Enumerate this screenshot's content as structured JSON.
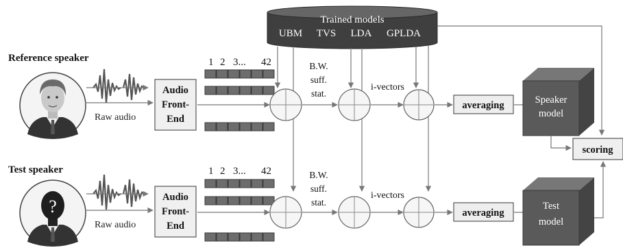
{
  "trained_models": {
    "title": "Trained models",
    "items": [
      "UBM",
      "TVS",
      "LDA",
      "GPLDA"
    ]
  },
  "reference": {
    "speaker_label": "Reference speaker",
    "raw_audio": "Raw audio",
    "front_end": [
      "Audio",
      "Front-",
      "End"
    ],
    "feature_index_labels": [
      "1",
      "2",
      "3...",
      "42"
    ],
    "bw_stats": [
      "B.W.",
      "suff.",
      "stat."
    ],
    "ivectors": "i-vectors",
    "averaging": "averaging",
    "model": [
      "Speaker",
      "model"
    ]
  },
  "test": {
    "speaker_label": "Test speaker",
    "raw_audio": "Raw audio",
    "front_end": [
      "Audio",
      "Front-",
      "End"
    ],
    "feature_index_labels": [
      "1",
      "2",
      "3...",
      "42"
    ],
    "bw_stats": [
      "B.W.",
      "suff.",
      "stat."
    ],
    "ivectors": "i-vectors",
    "averaging": "averaging",
    "model": [
      "Test",
      "model"
    ],
    "unknown_mark": "?"
  },
  "scoring": "scoring"
}
